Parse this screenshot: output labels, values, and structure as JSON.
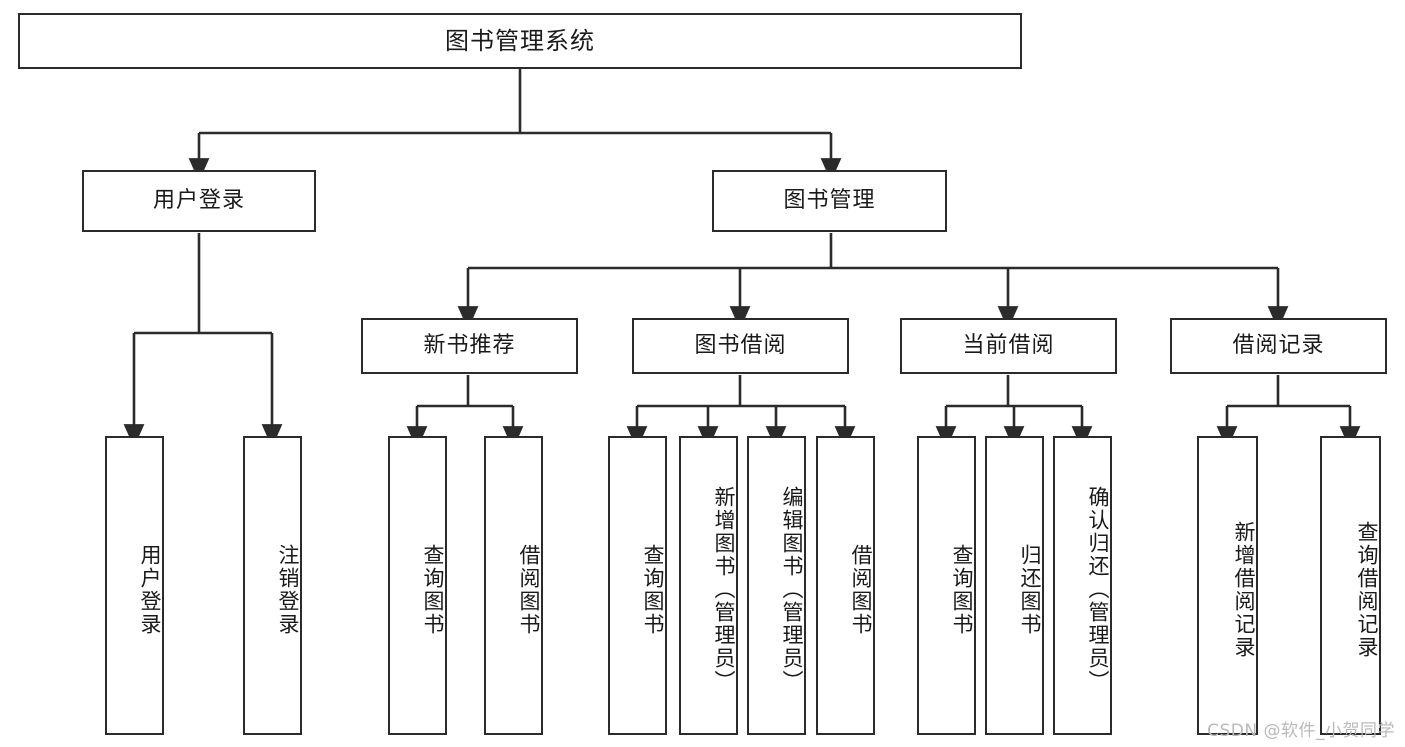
{
  "diagram": {
    "title": "图书管理系统",
    "watermark": "CSDN @软件_小贺同学",
    "type": "tree",
    "orientation": "top-down",
    "colors": {
      "box_border": "#2b2b2b",
      "box_fill": "#ffffff",
      "edge": "#2b2b2b",
      "text": "#1a1a1a",
      "watermark": "#b9b9b9",
      "background": "#ffffff"
    },
    "nodes": {
      "root": {
        "label": "图书管理系统",
        "level": 1
      },
      "user_login": {
        "label": "用户登录",
        "level": 2
      },
      "book_manage": {
        "label": "图书管理",
        "level": 2
      },
      "new_book_rec": {
        "label": "新书推荐",
        "level": 3
      },
      "book_borrow": {
        "label": "图书借阅",
        "level": 3
      },
      "current_borrow": {
        "label": "当前借阅",
        "level": 3
      },
      "borrow_record": {
        "label": "借阅记录",
        "level": 3
      },
      "leaf_user_login": {
        "label": "用户登录",
        "level": 3
      },
      "leaf_user_logout": {
        "label": "注销登录",
        "level": 3
      },
      "leaf_query_book_1": {
        "label": "查询图书",
        "level": 4
      },
      "leaf_borrow_book_1": {
        "label": "借阅图书",
        "level": 4
      },
      "leaf_query_book_2": {
        "label": "查询图书",
        "level": 4
      },
      "leaf_add_book": {
        "label": "新增图书（管理员）",
        "level": 4
      },
      "leaf_edit_book": {
        "label": "编辑图书（管理员）",
        "level": 4
      },
      "leaf_borrow_book_2": {
        "label": "借阅图书",
        "level": 4
      },
      "leaf_query_book_3": {
        "label": "查询图书",
        "level": 4
      },
      "leaf_return_book": {
        "label": "归还图书",
        "level": 4
      },
      "leaf_confirm_return": {
        "label": "确认归还（管理员）",
        "level": 4
      },
      "leaf_add_record": {
        "label": "新增借阅记录",
        "level": 4
      },
      "leaf_query_record": {
        "label": "查询借阅记录",
        "level": 4
      }
    },
    "edges": [
      {
        "from": "root",
        "to": "user_login"
      },
      {
        "from": "root",
        "to": "book_manage"
      },
      {
        "from": "user_login",
        "to": "leaf_user_login"
      },
      {
        "from": "user_login",
        "to": "leaf_user_logout"
      },
      {
        "from": "book_manage",
        "to": "new_book_rec"
      },
      {
        "from": "book_manage",
        "to": "book_borrow"
      },
      {
        "from": "book_manage",
        "to": "current_borrow"
      },
      {
        "from": "book_manage",
        "to": "borrow_record"
      },
      {
        "from": "new_book_rec",
        "to": "leaf_query_book_1"
      },
      {
        "from": "new_book_rec",
        "to": "leaf_borrow_book_1"
      },
      {
        "from": "book_borrow",
        "to": "leaf_query_book_2"
      },
      {
        "from": "book_borrow",
        "to": "leaf_add_book"
      },
      {
        "from": "book_borrow",
        "to": "leaf_edit_book"
      },
      {
        "from": "book_borrow",
        "to": "leaf_borrow_book_2"
      },
      {
        "from": "current_borrow",
        "to": "leaf_query_book_3"
      },
      {
        "from": "current_borrow",
        "to": "leaf_return_book"
      },
      {
        "from": "current_borrow",
        "to": "leaf_confirm_return"
      },
      {
        "from": "borrow_record",
        "to": "leaf_add_record"
      },
      {
        "from": "borrow_record",
        "to": "leaf_query_record"
      }
    ]
  }
}
